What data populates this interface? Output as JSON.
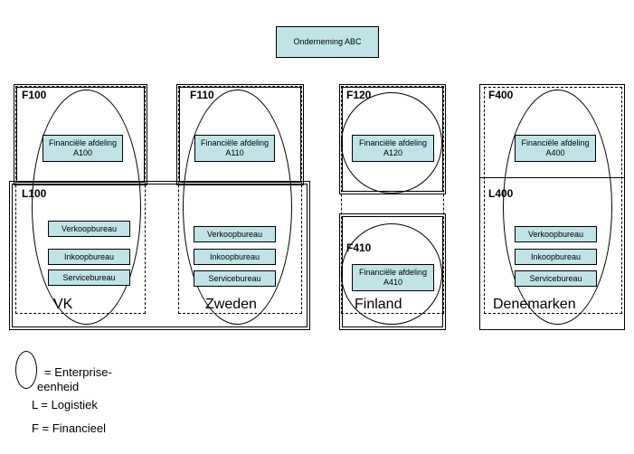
{
  "top": {
    "label": "Onderneming ABC"
  },
  "codes": {
    "f100": "F100",
    "f110": "F110",
    "f120": "F120",
    "f400": "F400",
    "f410": "F410",
    "l100": "L100",
    "l400": "L400"
  },
  "units": {
    "fin_a100": "Financiële afdeling A100",
    "fin_a110": "Financiële afdeling A110",
    "fin_a120": "Financiële afdeling A120",
    "fin_a400": "Financiële afdeling A400",
    "fin_a410": "Financiële afdeling A410",
    "verkoop": "Verkoopbureau",
    "inkoop": "Inkoopbureau",
    "service": "Servicebureau"
  },
  "countries": {
    "vk": "VK",
    "zweden": "Zweden",
    "finland": "Finland",
    "denemarken": "Denemarken"
  },
  "legend": {
    "enterprise": "= Enterprise-eenheid",
    "logistiek": "L = Logistiek",
    "financieel": "F = Financieel"
  }
}
